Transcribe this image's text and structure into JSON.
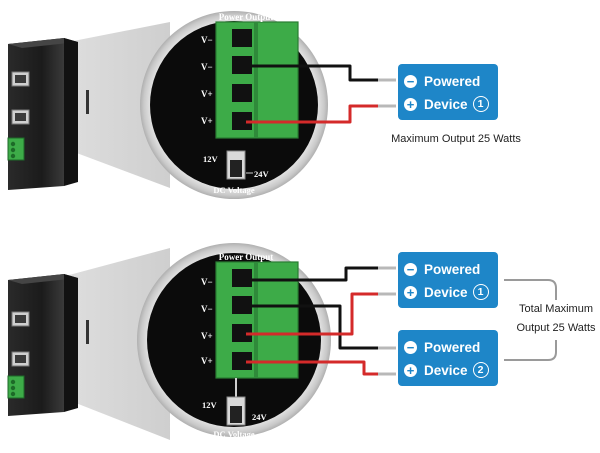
{
  "top": {
    "terminal_title": "Power Output",
    "pins": [
      "V−",
      "V−",
      "V+",
      "V+"
    ],
    "switch": {
      "label_12": "12V",
      "label_24": "24V",
      "title": "DC Voltage"
    },
    "devices": [
      {
        "line1": "Powered",
        "line2": "Device",
        "number": "1"
      }
    ],
    "caption": "Maximum Output 25 Watts"
  },
  "bottom": {
    "terminal_title": "Power Output",
    "pins": [
      "V−",
      "V−",
      "V+",
      "V+"
    ],
    "switch": {
      "label_12": "12V",
      "label_24": "24V",
      "title": "DC Voltage"
    },
    "devices": [
      {
        "line1": "Powered",
        "line2": "Device",
        "number": "1"
      },
      {
        "line1": "Powered",
        "line2": "Device",
        "number": "2"
      }
    ],
    "caption_line1": "Total Maximum",
    "caption_line2": "Output 25 Watts"
  },
  "colors": {
    "terminal_green": "#3dab48",
    "device_blue": "#1e86c8",
    "wire_red": "#d42a2a",
    "wire_black": "#111111",
    "bracket_gray": "#9a9a9a"
  },
  "icons": {
    "minus": "minus-circle-icon",
    "plus": "plus-circle-icon",
    "number": "circled-number-icon"
  }
}
